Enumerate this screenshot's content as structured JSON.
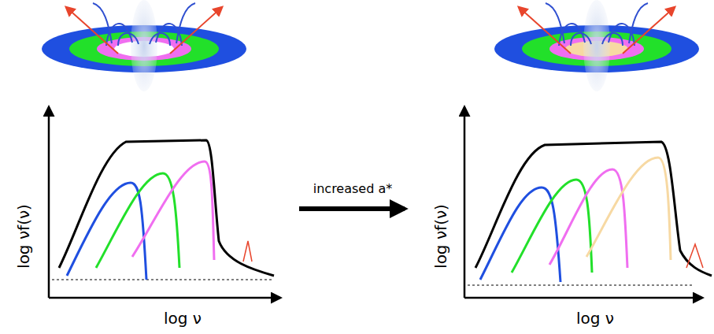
{
  "diagram": {
    "labels": [
      "log νf(ν)",
      "log ν",
      "increased a*",
      "log νf(ν)",
      "log ν"
    ]
  }
}
